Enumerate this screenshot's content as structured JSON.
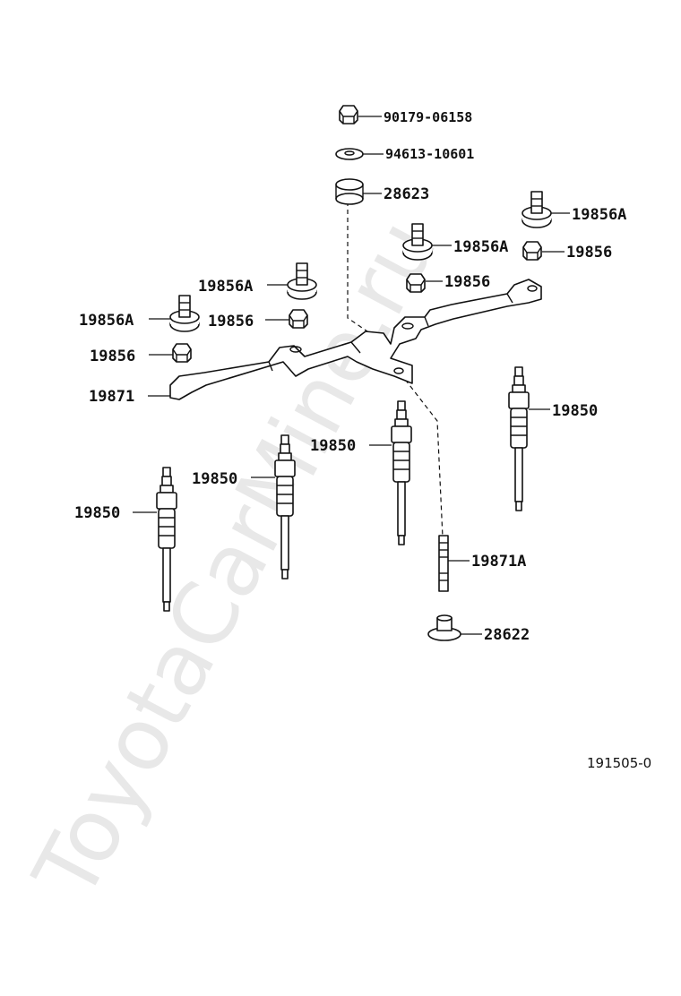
{
  "watermark": "ToyotaCarMine.ru",
  "figure_code": "191505-0",
  "labels": {
    "nut_top": "90179-06158",
    "washer": "94613-10601",
    "insulator_top": "28623",
    "terminal_a_right": "19856A",
    "terminal_right": "19856",
    "terminal_a_center": "19856A",
    "terminal_center": "19856",
    "terminal_a_left1": "19856A",
    "terminal_a_left2": "19856A",
    "terminal_left_mid": "19856",
    "terminal_left_low": "19856",
    "connector_bar": "19871",
    "plug_right": "19850",
    "plug_center": "19850",
    "plug_leftmid": "19850",
    "plug_left": "19850",
    "stud": "19871A",
    "insulator_bottom": "28622"
  }
}
